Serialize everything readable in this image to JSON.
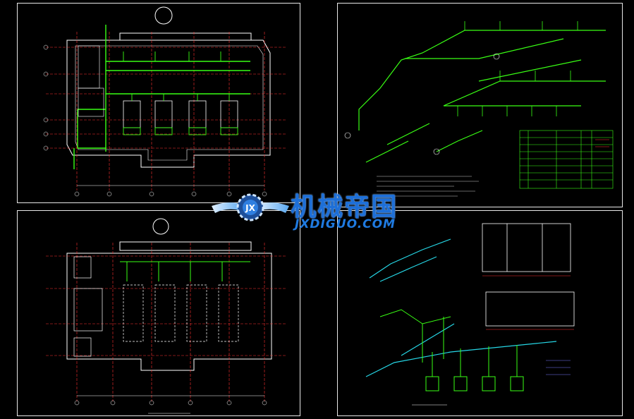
{
  "colors": {
    "background": "#000000",
    "frame": "#e8e8e8",
    "green": "#39ff14",
    "red": "#ff3030",
    "cyan": "#26d7e6",
    "yellow": "#ffff40",
    "white": "#ffffff",
    "watermark_blue": "#1d6fd8"
  },
  "watermark": {
    "brand_name": "机械帝国",
    "domain": "JXDIGUO.COM",
    "logo_letters": "JX"
  },
  "drawings": [
    {
      "id": "top-left",
      "name": "floor-plan-pump-room"
    },
    {
      "id": "top-right",
      "name": "piping-isometric-with-equipment-table"
    },
    {
      "id": "bottom-left",
      "name": "equipment-layout-plan"
    },
    {
      "id": "bottom-right",
      "name": "pool-sections-and-pump-isometric"
    }
  ],
  "icons": {
    "logo": "gear-wing-logo-icon",
    "north_arrow": "north-arrow-icon"
  }
}
